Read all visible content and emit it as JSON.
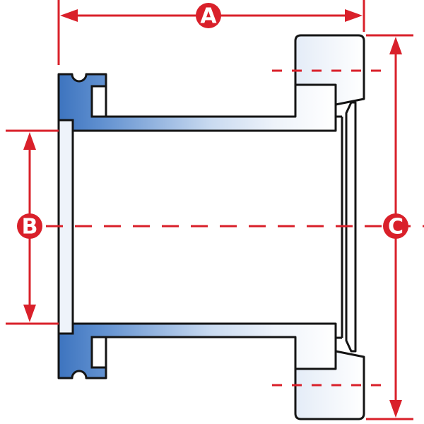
{
  "diagram": {
    "dimensions": {
      "a": {
        "label": "A"
      },
      "b": {
        "label": "B"
      },
      "c": {
        "label": "C"
      }
    },
    "colors": {
      "dimension": "#d9202a",
      "outline": "#141414",
      "steel_dark": "#3d74bf",
      "steel_light": "#ffffff",
      "background": "#ffffff"
    }
  }
}
